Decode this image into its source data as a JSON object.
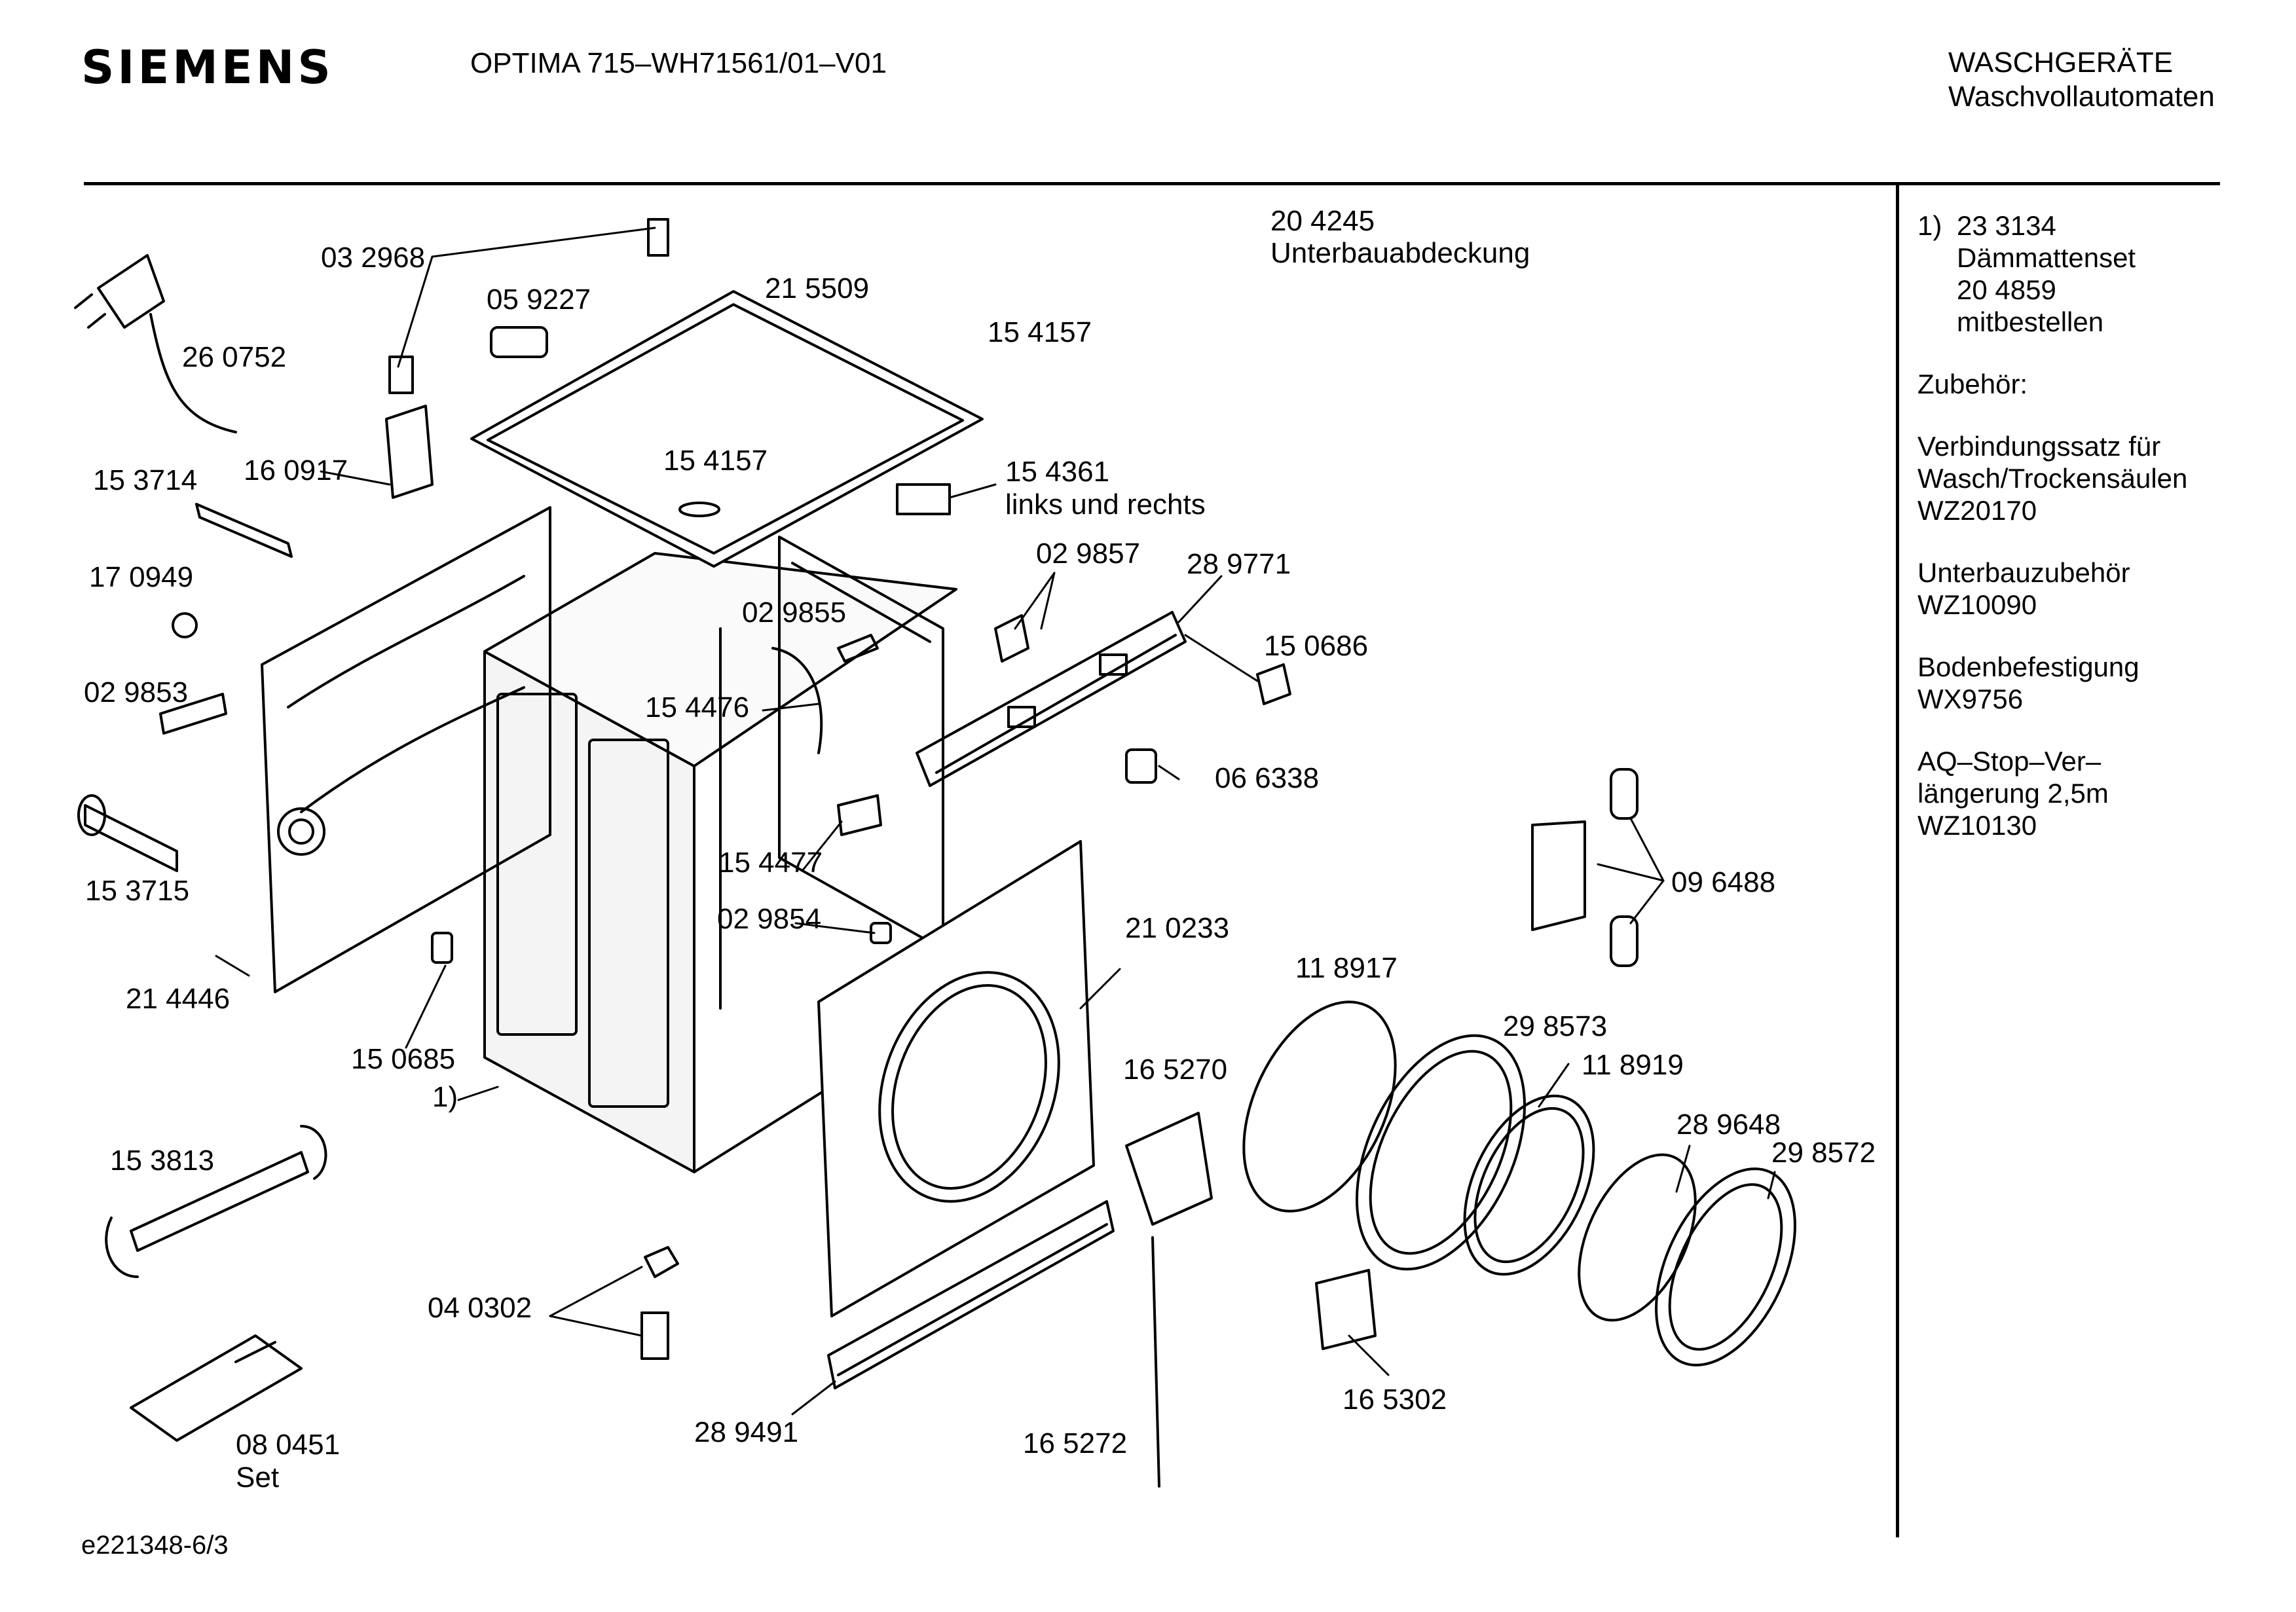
{
  "header": {
    "brand": "SIEMENS",
    "model": "OPTIMA 715–WH71561/01–V01",
    "category_line1": "WASCHGERÄTE",
    "category_line2": "Waschvollautomaten"
  },
  "footer": {
    "doc_id": "e221348-6/3"
  },
  "side_panel": {
    "note": {
      "mark": "1)",
      "lines": [
        "23 3134",
        "Dämmattenset",
        "20 4859",
        "mitbestellen"
      ]
    },
    "accessories_heading": "Zubehör:",
    "accessories": [
      {
        "lines": [
          "Verbindungssatz für",
          "Wasch/Trockensäulen",
          "WZ20170"
        ]
      },
      {
        "lines": [
          "Unterbauzubehör",
          "WZ10090"
        ]
      },
      {
        "lines": [
          "Bodenbefestigung",
          "WX9756"
        ]
      },
      {
        "lines": [
          "AQ–Stop–Ver–",
          "längerung 2,5m",
          "WZ10130"
        ]
      }
    ]
  },
  "callouts": [
    {
      "id": "p-204245",
      "lines": [
        "20 4245",
        "Unterbauabdeckung"
      ]
    },
    {
      "id": "p-032968",
      "lines": [
        "03 2968"
      ]
    },
    {
      "id": "p-260752",
      "lines": [
        "26 0752"
      ]
    },
    {
      "id": "p-059227",
      "lines": [
        "05 9227"
      ]
    },
    {
      "id": "p-215509",
      "lines": [
        "21 5509"
      ]
    },
    {
      "id": "p-154157a",
      "lines": [
        "15 4157"
      ]
    },
    {
      "id": "p-153714",
      "lines": [
        "15 3714"
      ]
    },
    {
      "id": "p-160917",
      "lines": [
        "16 0917"
      ]
    },
    {
      "id": "p-154157b",
      "lines": [
        "15 4157"
      ]
    },
    {
      "id": "p-154361",
      "lines": [
        "15 4361",
        "links und rechts"
      ]
    },
    {
      "id": "p-170949",
      "lines": [
        "17 0949"
      ]
    },
    {
      "id": "p-029857",
      "lines": [
        "02 9857"
      ]
    },
    {
      "id": "p-289771",
      "lines": [
        "28 9771"
      ]
    },
    {
      "id": "p-029855",
      "lines": [
        "02 9855"
      ]
    },
    {
      "id": "p-150686",
      "lines": [
        "15 0686"
      ]
    },
    {
      "id": "p-029853",
      "lines": [
        "02 9853"
      ]
    },
    {
      "id": "p-154476",
      "lines": [
        "15 4476"
      ]
    },
    {
      "id": "p-066338",
      "lines": [
        "06 6338"
      ]
    },
    {
      "id": "p-154477",
      "lines": [
        "15 4477"
      ]
    },
    {
      "id": "p-153715",
      "lines": [
        "15 3715"
      ]
    },
    {
      "id": "p-096488",
      "lines": [
        "09 6488"
      ]
    },
    {
      "id": "p-029854",
      "lines": [
        "02 9854"
      ]
    },
    {
      "id": "p-210233",
      "lines": [
        "21 0233"
      ]
    },
    {
      "id": "p-118917",
      "lines": [
        "11 8917"
      ]
    },
    {
      "id": "p-214446",
      "lines": [
        "21 4446"
      ]
    },
    {
      "id": "p-298573",
      "lines": [
        "29 8573"
      ]
    },
    {
      "id": "p-150685",
      "lines": [
        "15 0685"
      ]
    },
    {
      "id": "p-165270",
      "lines": [
        "16 5270"
      ]
    },
    {
      "id": "p-118919",
      "lines": [
        "11 8919"
      ]
    },
    {
      "id": "p-note1",
      "lines": [
        "1)"
      ]
    },
    {
      "id": "p-289648",
      "lines": [
        "28 9648"
      ]
    },
    {
      "id": "p-298572",
      "lines": [
        "29 8572"
      ]
    },
    {
      "id": "p-153813",
      "lines": [
        "15 3813"
      ]
    },
    {
      "id": "p-040302",
      "lines": [
        "04 0302"
      ]
    },
    {
      "id": "p-165302",
      "lines": [
        "16 5302"
      ]
    },
    {
      "id": "p-080451",
      "lines": [
        "08 0451",
        "Set"
      ]
    },
    {
      "id": "p-289491",
      "lines": [
        "28 9491"
      ]
    },
    {
      "id": "p-165272",
      "lines": [
        "16 5272"
      ]
    }
  ]
}
